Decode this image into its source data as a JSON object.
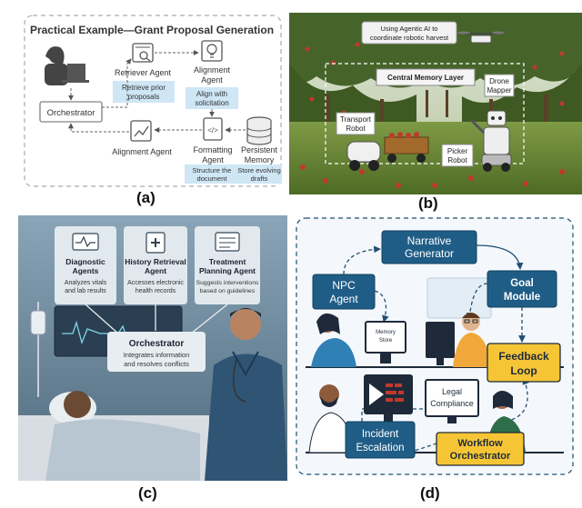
{
  "panel_a": {
    "label": "(a)",
    "title": "Practical Example—Grant Proposal Generation",
    "nodes": {
      "retriever": "Retriever Agent",
      "retriever_note_1": "Retrieve prior",
      "retriever_note_2": "proposals",
      "alignment_top_1": "Alignment",
      "alignment_top_2": "Agent",
      "alignment_note_1": "Align with",
      "alignment_note_2": "solicitation",
      "orchestrator": "Orchestrator",
      "alignment_bottom": "Alignment Agent",
      "formatting_1": "Formatting",
      "formatting_2": "Agent",
      "formatting_note_1": "Structure the",
      "formatting_note_2": "document",
      "memory_1": "Persistent",
      "memory_2": "Memory",
      "memory_note_1": "Store evolving",
      "memory_note_2": "drafts"
    }
  },
  "panel_b": {
    "label": "(b)",
    "caption_1": "Using Agentic AI to",
    "caption_2": "coordinate robotic harvest",
    "memory_layer": "Central Memory Layer",
    "drone_1": "Drone",
    "drone_2": "Mapper",
    "transport_1": "Transport",
    "transport_2": "Robot",
    "picker_1": "Picker",
    "picker_2": "Robot"
  },
  "panel_c": {
    "label": "(c)",
    "cards": [
      {
        "title_1": "Diagnostic",
        "title_2": "Agents",
        "desc_1": "Analyzes vitals",
        "desc_2": "and lab results"
      },
      {
        "title_1": "History Retrieval",
        "title_2": "Agent",
        "desc_1": "Accesses electronic",
        "desc_2": "health records"
      },
      {
        "title_1": "Treatment",
        "title_2": "Planning Agent",
        "desc_1": "Suggests interventions",
        "desc_2": "based on guidelines"
      }
    ],
    "orchestrator_title": "Orchestrator",
    "orchestrator_desc_1": "Integrates information",
    "orchestrator_desc_2": "and resolves conflicts"
  },
  "panel_d": {
    "label": "(d)",
    "narrative_1": "Narrative",
    "narrative_2": "Generator",
    "npc_1": "NPC",
    "npc_2": "Agent",
    "goal_1": "Goal",
    "goal_2": "Module",
    "memory_store_1": "Memory",
    "memory_store_2": "Store",
    "feedback_1": "Feedback",
    "feedback_2": "Loop",
    "legal_1": "Legal",
    "legal_2": "Compliance",
    "incident_1": "Incident",
    "incident_2": "Escalation",
    "workflow_1": "Workflow",
    "workflow_2": "Orchestrator"
  },
  "colors": {
    "light_blue": "#cfe6f5",
    "navy_box": "#1f5d86",
    "yellow_box": "#f5c535",
    "orchard_green": "#5d7a32",
    "hospital_blue": "#5c7c93"
  }
}
